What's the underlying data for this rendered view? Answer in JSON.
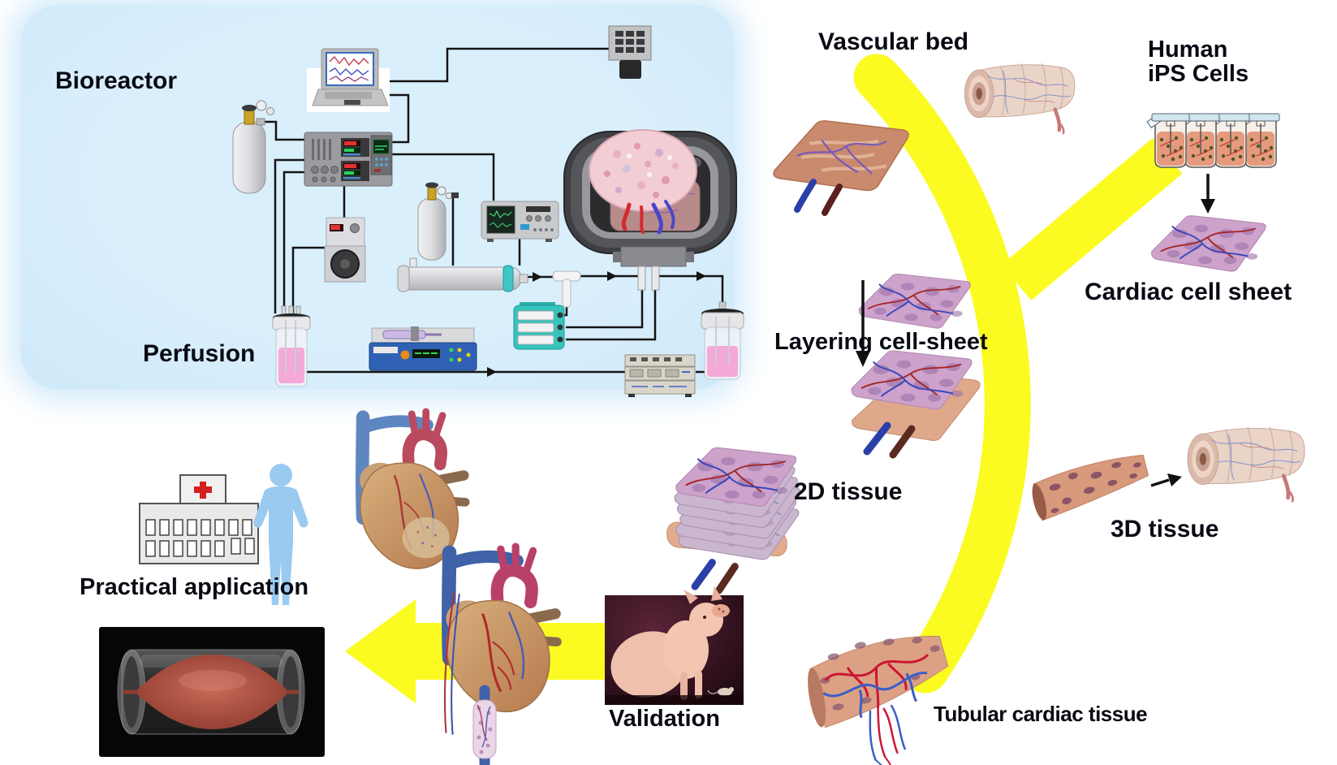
{
  "labels": {
    "bioreactor": "Bioreactor",
    "perfusion": "Perfusion",
    "vascular_bed": "Vascular bed",
    "human_ips_line1": "Human",
    "human_ips_line2": "iPS Cells",
    "cardiac_cell_sheet": "Cardiac cell sheet",
    "layering_cell_sheet": "Layering cell-sheet",
    "tissue_2d": "2D tissue",
    "tissue_3d": "3D tissue",
    "tubular_cardiac_tissue": "Tubular cardiac tissue",
    "validation": "Validation",
    "practical_application": "Practical application"
  },
  "colors": {
    "flow_arrow_yellow": "#FBFB21",
    "panel_blue": "#D7EDFB",
    "label_text": "#0A0A14",
    "hospital_cross_red": "#D42020",
    "person_silhouette_blue": "#9BCAF1",
    "reservoir_liquid_pink": "#F4A9D9",
    "validation_photo_background": "#2E0F1E",
    "cell_sheet_pink": "#CDA2CB",
    "vessel_red": "#C01F3F",
    "vessel_blue": "#3A5EC8"
  },
  "figures": [
    "bioreactor-equipment-schematic",
    "laptop",
    "monitoring-camera",
    "gas-cylinders",
    "gas-mixer-panel",
    "peristaltic-pump",
    "oscilloscope",
    "culture-chamber-with-tissue",
    "oxygenator",
    "valve-manifold",
    "media-reservoirs",
    "syringe-pump",
    "rack-instrument",
    "vascular-bed-flap",
    "vascular-bed-roll",
    "ips-culture-flasks",
    "cardiac-cell-sheet",
    "single-cell-sheet",
    "layered-cell-sheet-with-vessels",
    "2d-tissue-stack",
    "3d-tissue-tube",
    "3d-tissue-roll",
    "tubular-cardiac-tissue",
    "validation-pig-photo",
    "engineered-heart",
    "engineered-heart-with-graft",
    "hospital-icon",
    "patient-silhouette",
    "tissue-in-perfusion-chamber-photo"
  ]
}
